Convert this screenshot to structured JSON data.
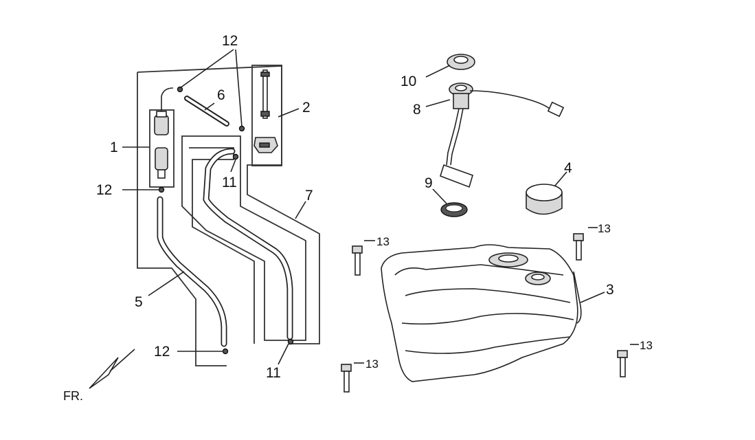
{
  "title": "",
  "callouts": {
    "c1": "1",
    "c2": "2",
    "c3": "3",
    "c4": "4",
    "c5": "5",
    "c6": "6",
    "c7": "7",
    "c8": "8",
    "c9": "9",
    "c10": "10",
    "c11_top": "11",
    "c11_bottom": "11",
    "c12_top": "12",
    "c12_left": "12",
    "c12_bottom": "12",
    "c13_a": "13",
    "c13_b": "13",
    "c13_c": "13",
    "c13_d": "13"
  },
  "direction_label": "FR."
}
